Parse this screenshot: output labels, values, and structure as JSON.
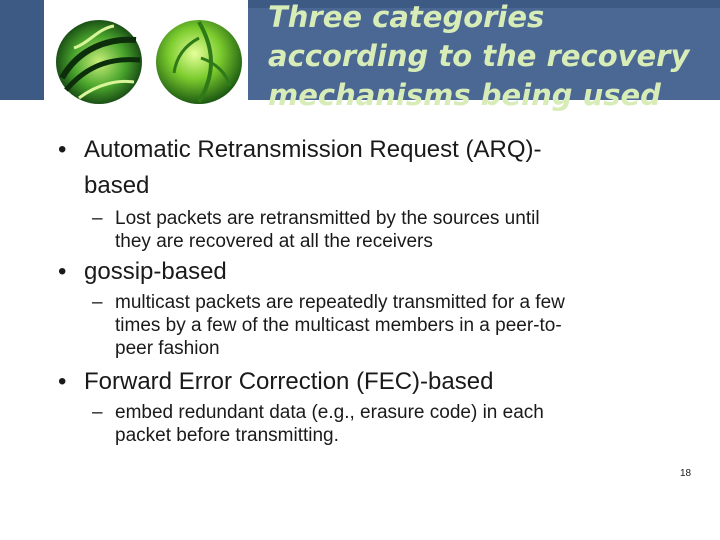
{
  "slide": {
    "title": "Three categories according to the recovery mechanisms being used",
    "bullets": [
      {
        "symbol": "•",
        "text_line1": "Automatic Retransmission Request (ARQ)-",
        "text_line2": "based",
        "sub": {
          "symbol": "–",
          "line1": "Lost packets are retransmitted by the sources until",
          "line2": "they are recovered at all the receivers"
        }
      },
      {
        "symbol": "•",
        "text_line1": "gossip-based",
        "sub": {
          "symbol": "–",
          "line1": "multicast packets are repeatedly transmitted for a few",
          "line2": "times by a few of the multicast members in a peer-to-",
          "line3": "peer fashion"
        }
      },
      {
        "symbol": "•",
        "text_line1": "Forward Error Correction (FEC)-based",
        "sub": {
          "symbol": "–",
          "line1": "embed redundant data (e.g., erasure code) in each",
          "line2": "packet before transmitting."
        }
      }
    ],
    "page_number": "18"
  },
  "colors": {
    "header_blue": "#3d5a85",
    "title_green": "#d8ecb8"
  }
}
